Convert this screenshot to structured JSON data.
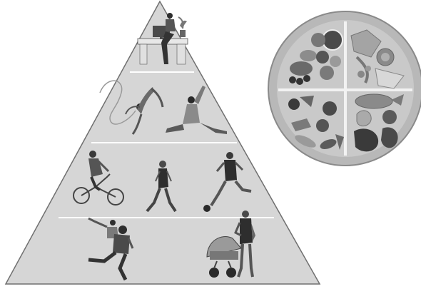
{
  "figure": {
    "kind": "illustration",
    "left_panel": "activity-pyramid",
    "right_panel": "food-plate",
    "palette": {
      "background": "#ffffff",
      "pyramid_fill": "#d4d4d4",
      "pyramid_stroke": "#6e6e6e",
      "plate_rim": "#9a9a9a",
      "plate_inner": "#c8c8c8"
    }
  },
  "pyramid": {
    "levels": [
      {
        "name": "sedentary",
        "icons": [
          "desk-worker-icon"
        ]
      },
      {
        "name": "flexibility",
        "icons": [
          "ribbon-gymnast-icon",
          "yoga-stretch-icon"
        ]
      },
      {
        "name": "aerobic",
        "icons": [
          "cyclist-icon",
          "walker-icon",
          "soccer-player-icon"
        ]
      },
      {
        "name": "daily-activity",
        "icons": [
          "parent-carrying-child-icon",
          "parent-with-stroller-icon"
        ]
      }
    ]
  },
  "plate": {
    "quadrants": [
      "fruits",
      "grains",
      "vegetables",
      "proteins"
    ]
  }
}
